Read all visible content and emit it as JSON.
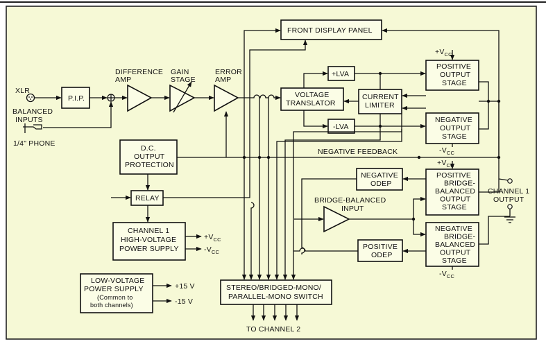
{
  "colors": {
    "background": "#f6f9d6",
    "border": "#222222",
    "ink": "#111111"
  },
  "blocks": {
    "xlr": "XLR",
    "balanced_inputs": [
      "BALANCED",
      "INPUTS"
    ],
    "phone": "1/4\" PHONE",
    "pip": "P.I.P.",
    "difference_amp": [
      "DIFFERENCE",
      "AMP"
    ],
    "gain_stage": [
      "GAIN",
      "STAGE"
    ],
    "error_amp": [
      "ERROR",
      "AMP"
    ],
    "front_display_panel": "FRONT DISPLAY PANEL",
    "voltage_translator": [
      "VOLTAGE",
      "TRANSLATOR"
    ],
    "plus_lva": "+LVA",
    "minus_lva": "-LVA",
    "current_limiter": [
      "CURRENT",
      "LIMITER"
    ],
    "positive_output_stage": [
      "POSITIVE",
      "OUTPUT",
      "STAGE"
    ],
    "negative_output_stage": [
      "NEGATIVE",
      "OUTPUT",
      "STAGE"
    ],
    "vcc_plus": "+V",
    "vcc_minus": "-V",
    "vcc_sub": "CC",
    "dc_output_protection": [
      "D.C.",
      "OUTPUT",
      "PROTECTION"
    ],
    "negative_feedback": "NEGATIVE FEEDBACK",
    "relay": "RELAY",
    "hv_power_supply": [
      "CHANNEL 1",
      "HIGH-VOLTAGE",
      "POWER SUPPLY"
    ],
    "negative_odep": [
      "NEGATIVE",
      "ODEP"
    ],
    "positive_odep": [
      "POSITIVE",
      "ODEP"
    ],
    "bridge_balanced_input": [
      "BRIDGE-BALANCED",
      "INPUT"
    ],
    "positive_bridge_balanced_output_stage": [
      "POSITIVE",
      "BRIDGE-",
      "BALANCED",
      "OUTPUT",
      "STAGE"
    ],
    "negative_bridge_balanced_output_stage": [
      "NEGATIVE",
      "BRIDGE-",
      "BALANCED",
      "OUTPUT",
      "STAGE"
    ],
    "channel1_output": [
      "CHANNEL 1",
      "OUTPUT"
    ],
    "lv_power_supply": [
      "LOW-VOLTAGE",
      "POWER SUPPLY",
      "(Common to",
      "both channels)"
    ],
    "plus_15v": "+15 V",
    "minus_15v": "-15 V",
    "mode_switch": [
      "STEREO/BRIDGED-MONO/",
      "PARALLEL-MONO SWITCH"
    ],
    "to_channel_2": "TO CHANNEL 2"
  }
}
